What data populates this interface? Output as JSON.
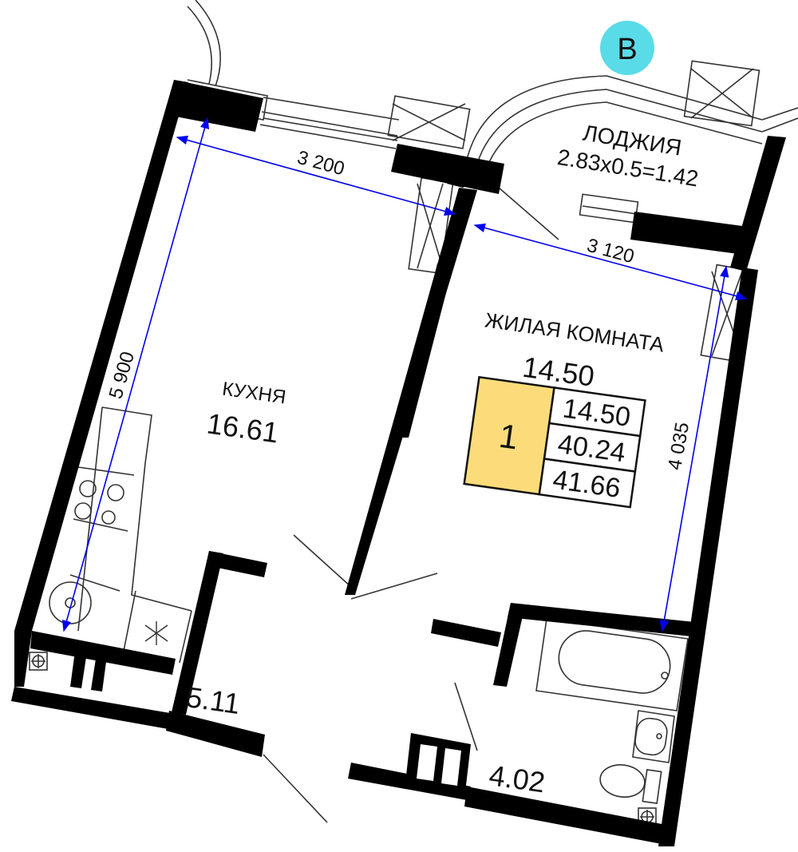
{
  "section_badge": {
    "text": "В",
    "color": "#59dbe8"
  },
  "rooms": {
    "loggia": {
      "name": "ЛОДЖИЯ",
      "formula": "2.83x0.5=1.42"
    },
    "kitchen": {
      "name": "КУХНЯ",
      "area": "16.61"
    },
    "living": {
      "name": "ЖИЛАЯ КОМНАТА",
      "area": "14.50"
    },
    "hall": {
      "area": "5.11"
    },
    "bathroom": {
      "area": "4.02"
    }
  },
  "dimensions": {
    "kitchen_width": "3 200",
    "kitchen_length": "5 900",
    "living_width": "3 120",
    "living_length": "4 035"
  },
  "summary": {
    "rooms_count": "1",
    "living_area": "14.50",
    "total_area_no_loggia": "40.24",
    "total_area": "41.66",
    "highlight_color": "#fcdc7a"
  },
  "colors": {
    "walls": "#000000",
    "dimension_lines": "#0000ee"
  },
  "icons": [
    "socket-icon",
    "socket-icon",
    "stove-icon",
    "sink-icon",
    "boiler-icon",
    "bathtub-icon",
    "washbasin-icon",
    "toilet-icon"
  ]
}
